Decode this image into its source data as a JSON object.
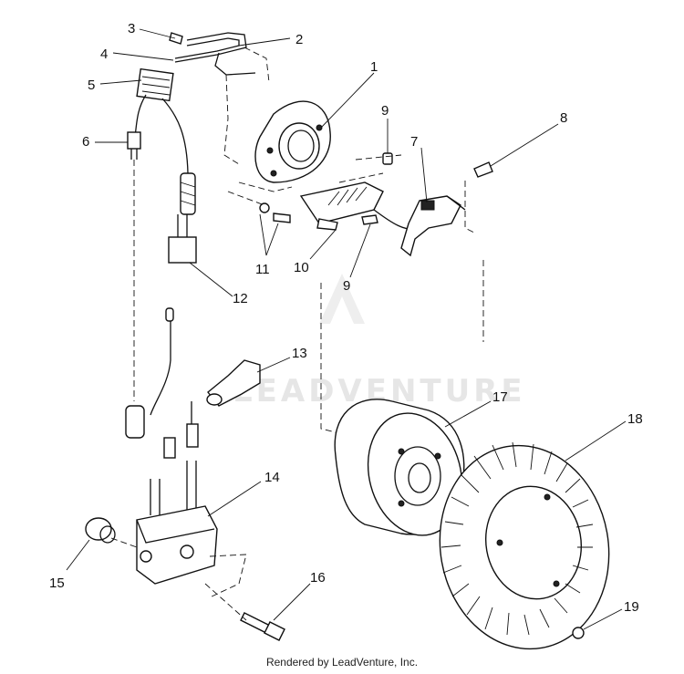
{
  "watermark": "LEADVENTURE",
  "credit": "Rendered by LeadVenture, Inc.",
  "callouts": [
    "1",
    "2",
    "3",
    "4",
    "5",
    "6",
    "7",
    "8",
    "9",
    "9",
    "10",
    "11",
    "12",
    "13",
    "14",
    "15",
    "16",
    "17",
    "18",
    "19"
  ]
}
